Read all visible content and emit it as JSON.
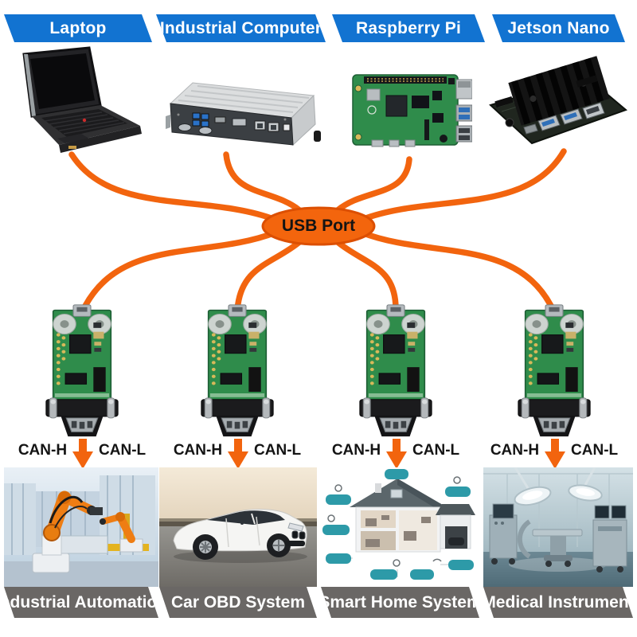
{
  "colors": {
    "accent_orange": "#F2640E",
    "hub_fill": "#F3650D",
    "hub_border": "#DC4F02",
    "host_label_blue": "#1273D1",
    "app_label_gray": "#6A6765",
    "pcb_green": "#2F8C4B",
    "label_text": "#FFFFFF",
    "diagram_text": "#141414"
  },
  "hub": {
    "label": "USB Port"
  },
  "hosts": [
    {
      "label": "Laptop"
    },
    {
      "label": "Industrial Computer"
    },
    {
      "label": "Raspberry Pi"
    },
    {
      "label": "Jetson Nano"
    }
  ],
  "adapters": [
    {
      "can_h": "CAN-H",
      "can_l": "CAN-L"
    },
    {
      "can_h": "CAN-H",
      "can_l": "CAN-L"
    },
    {
      "can_h": "CAN-H",
      "can_l": "CAN-L"
    },
    {
      "can_h": "CAN-H",
      "can_l": "CAN-L"
    }
  ],
  "applications": [
    {
      "label": "Industrial Automation"
    },
    {
      "label": "Car OBD System"
    },
    {
      "label": "Smart Home System"
    },
    {
      "label": "Medical Instrument"
    }
  ]
}
